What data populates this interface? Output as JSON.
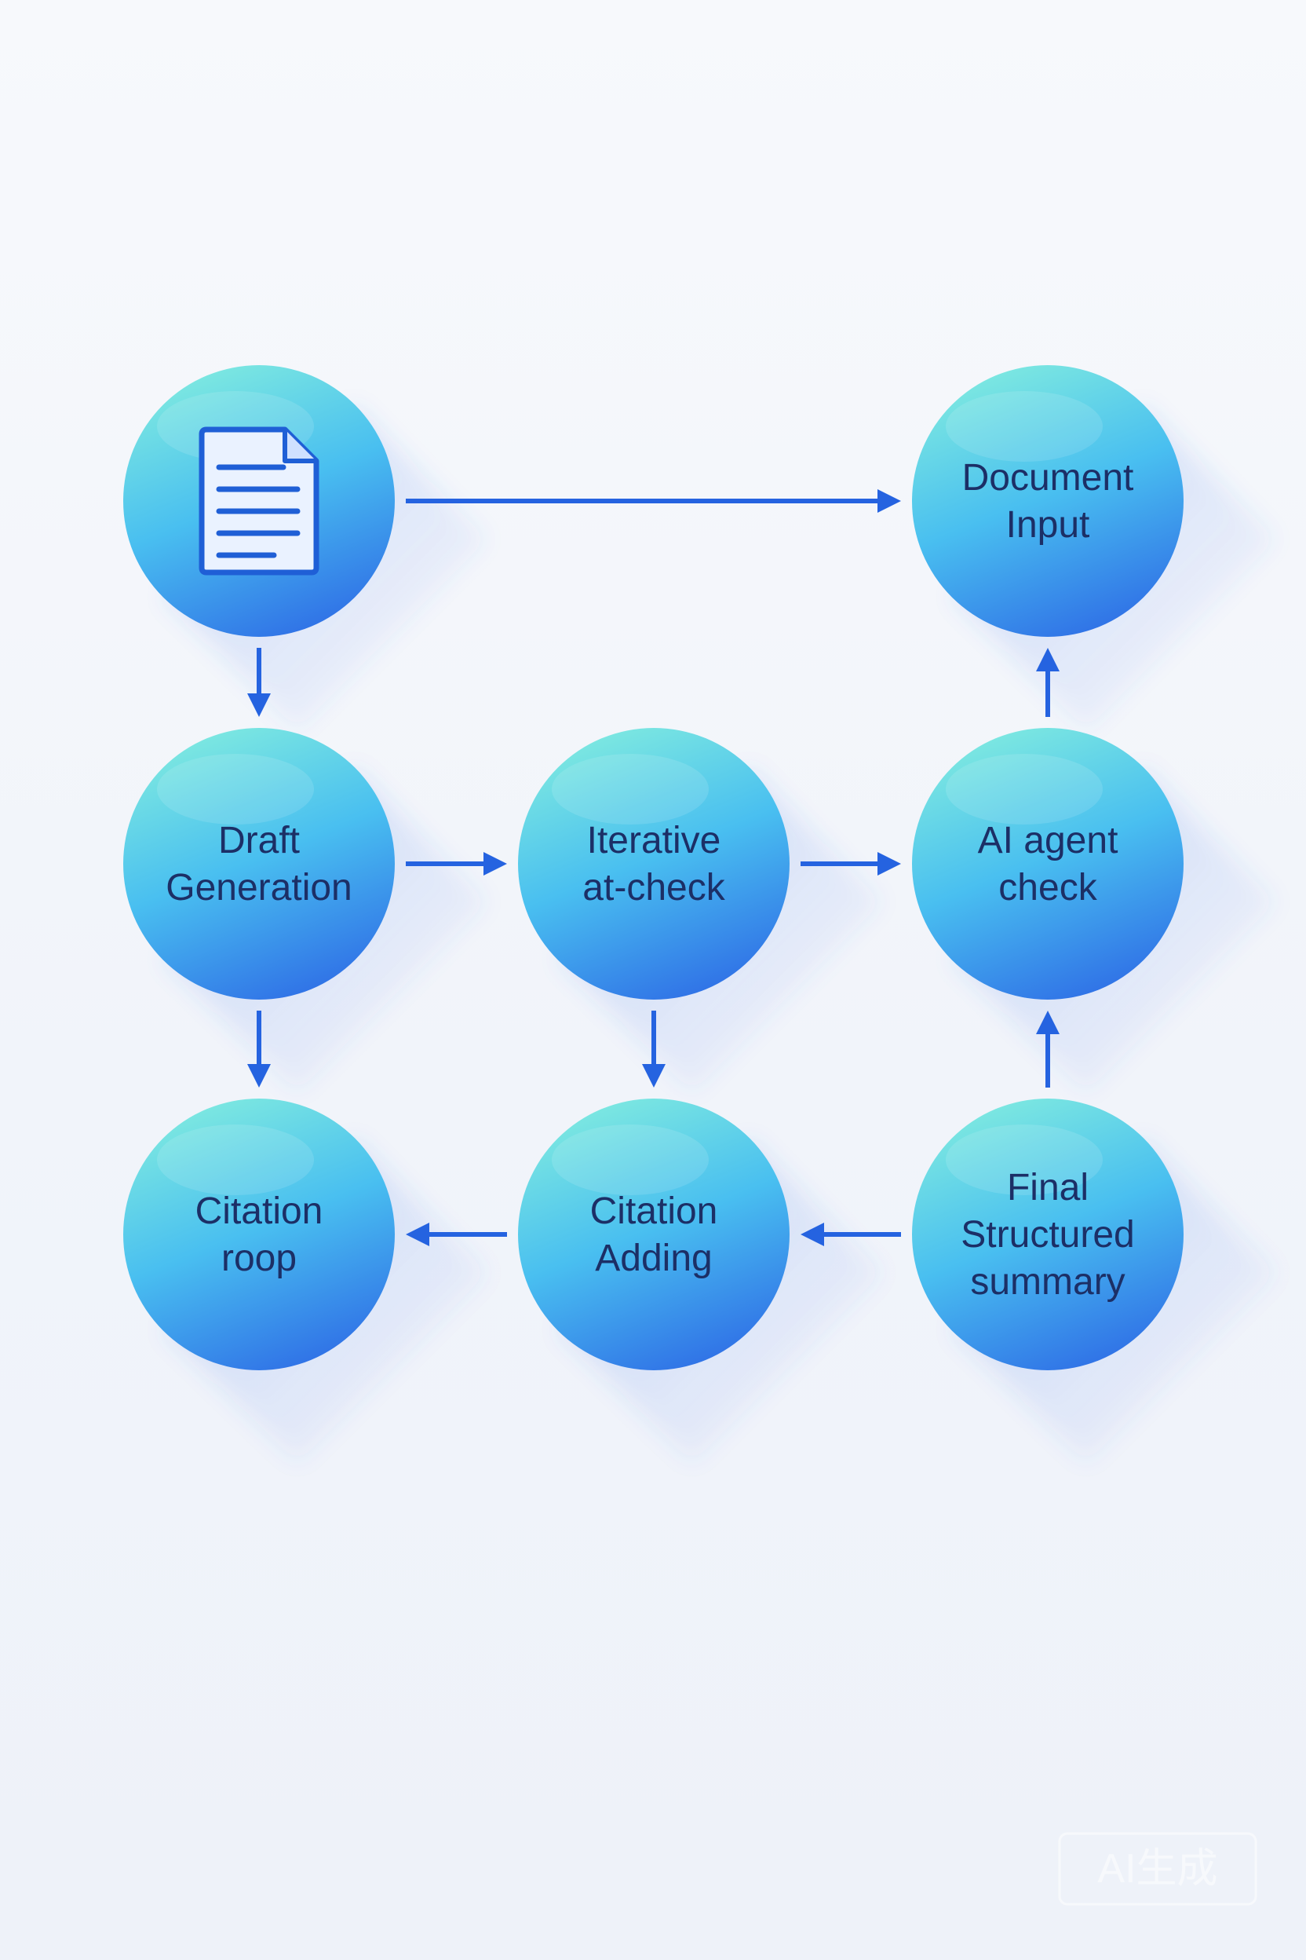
{
  "colors": {
    "node_top": "#7ee9e0",
    "node_mid": "#49bff0",
    "node_bottom": "#2f6fe6",
    "arrow": "#2563e0",
    "label": "#1c2f66",
    "doc_icon_stroke": "#1f5fd6",
    "doc_icon_fill": "#eaf2ff"
  },
  "nodes": [
    {
      "id": "document-icon-node",
      "icon": "document-icon",
      "lines": []
    },
    {
      "id": "document-input",
      "lines": [
        "Document",
        "Input"
      ]
    },
    {
      "id": "draft-generation",
      "lines": [
        "Draft",
        "Generation"
      ]
    },
    {
      "id": "iterative-at-check",
      "lines": [
        "Iterative",
        "at-check"
      ]
    },
    {
      "id": "ai-agent-check",
      "lines": [
        "AI agent",
        "check"
      ]
    },
    {
      "id": "citation-roop",
      "lines": [
        "Citation",
        "roop"
      ]
    },
    {
      "id": "citation-adding",
      "lines": [
        "Citation",
        "Adding"
      ]
    },
    {
      "id": "final-structured-summary",
      "lines": [
        "Final",
        "Structured",
        "summary"
      ]
    }
  ],
  "edges": [
    {
      "from": "document-icon-node",
      "to": "document-input"
    },
    {
      "from": "document-icon-node",
      "to": "draft-generation"
    },
    {
      "from": "draft-generation",
      "to": "iterative-at-check"
    },
    {
      "from": "iterative-at-check",
      "to": "ai-agent-check"
    },
    {
      "from": "ai-agent-check",
      "to": "document-input"
    },
    {
      "from": "draft-generation",
      "to": "citation-roop"
    },
    {
      "from": "iterative-at-check",
      "to": "citation-adding"
    },
    {
      "from": "final-structured-summary",
      "to": "ai-agent-check"
    },
    {
      "from": "citation-adding",
      "to": "citation-roop"
    },
    {
      "from": "final-structured-summary",
      "to": "citation-adding"
    }
  ],
  "watermark": {
    "text": "AI生成"
  }
}
